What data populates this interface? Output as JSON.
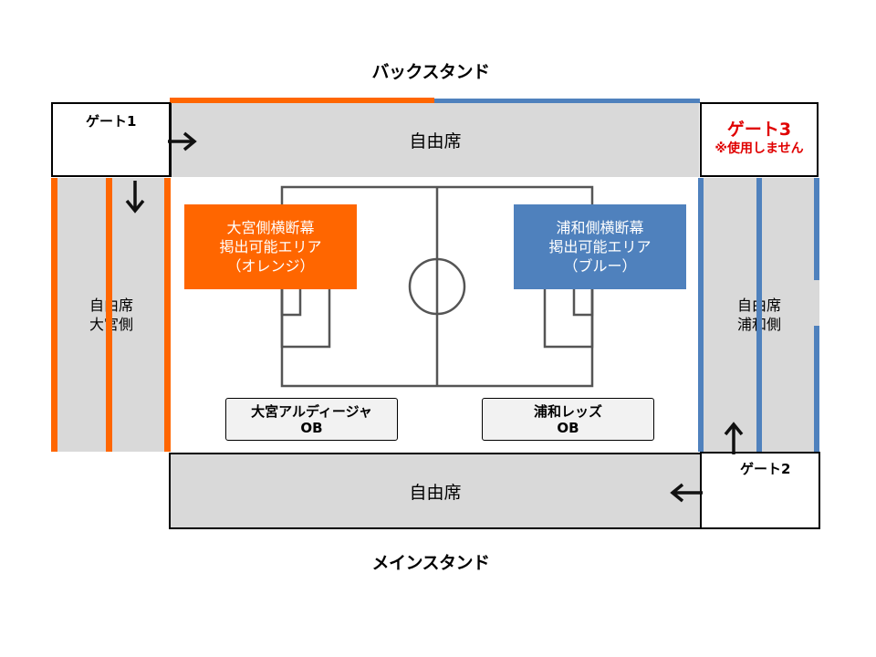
{
  "stands": {
    "back": "バックスタンド",
    "main": "メインスタンド"
  },
  "seats": {
    "top": "自由席",
    "bottom": "自由席",
    "left": {
      "line1": "自由席",
      "line2": "大宮側"
    },
    "right": {
      "line1": "自由席",
      "line2": "浦和側"
    }
  },
  "gates": {
    "gate1": "ゲート1",
    "gate2": "ゲート2",
    "gate3": {
      "name": "ゲート3",
      "note": "※使用しません"
    }
  },
  "zones": {
    "omiya": {
      "line1": "大宮側横断幕",
      "line2": "掲出可能エリア",
      "line3": "（オレンジ）"
    },
    "urawa": {
      "line1": "浦和側横断幕",
      "line2": "掲出可能エリア",
      "line3": "（ブルー）"
    }
  },
  "ob": {
    "omiya": {
      "line1": "大宮アルディージャ",
      "line2": "OB"
    },
    "urawa": {
      "line1": "浦和レッズ",
      "line2": "OB"
    }
  },
  "colors": {
    "orange": "#ff6600",
    "blue": "#4f81bd",
    "seat_gray": "#d9d9d9",
    "gate3_red": "#e00000"
  }
}
